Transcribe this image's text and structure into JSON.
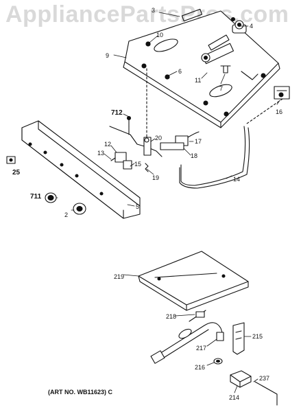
{
  "watermark": "AppliancePartsPros.com",
  "caption": "(ART NO. WB11623) C",
  "part_labels": [
    "3",
    "4",
    "10",
    "9",
    "6",
    "11",
    "7",
    "16",
    "712",
    "20",
    "17",
    "18",
    "12",
    "13",
    "15",
    "19",
    "14",
    "25",
    "5",
    "711",
    "2",
    "219",
    "218",
    "215",
    "217",
    "216",
    "237",
    "214"
  ]
}
